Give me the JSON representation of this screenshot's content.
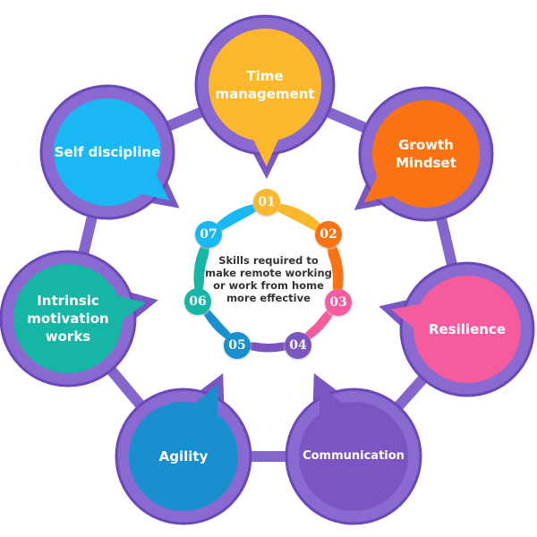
{
  "title": "Skills required to make remote working or work from home more effective",
  "skills": [
    {
      "num": "01",
      "label": "Time management",
      "color": "#fbb82c"
    },
    {
      "num": "02",
      "label": "Growth Mindset",
      "color": "#fb7212"
    },
    {
      "num": "03",
      "label": "Resilience",
      "color": "#f45c9f"
    },
    {
      "num": "04",
      "label": "Communication",
      "color": "#7b55c0"
    },
    {
      "num": "05",
      "label": "Agility",
      "color": "#1a8fd0"
    },
    {
      "num": "06",
      "label": "Intrinsic motivation works",
      "color": "#17b5a5"
    },
    {
      "num": "07",
      "label": "Self discipline",
      "color": "#1ab8f2"
    }
  ],
  "ring_color": "#8466cc"
}
